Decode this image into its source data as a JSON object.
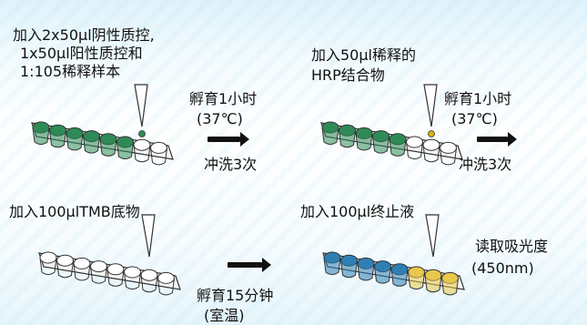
{
  "steps": {
    "step1": {
      "label_lines": [
        "加入2x50μl阴性质控,",
        "1x50μl阳性质控和",
        "1:105稀释样本"
      ],
      "incubate": [
        "孵育1小时",
        "(37℃)"
      ],
      "wash": "冲洗3次"
    },
    "step2": {
      "label_lines": [
        "加入50μl稀释的",
        "HRP结合物"
      ],
      "incubate": [
        "孵育1小时",
        "(37℃)"
      ],
      "wash": "冲洗3次"
    },
    "step3": {
      "label": "加入100μlTMB底物",
      "incubate": [
        "孵育15分钟",
        "(室温)"
      ]
    },
    "step4": {
      "label": "加入100μl终止液",
      "read": [
        "读取吸光度",
        "(450nm)"
      ]
    }
  },
  "colors": {
    "well_green": "#2e8b57",
    "well_blue": "#2f7fb5",
    "well_yellow": "#e8c84a",
    "well_empty": "#ffffff",
    "strip_outline": "#333333",
    "pipette_drop_green": "#2e8b57",
    "pipette_drop_yellow": "#d9b300"
  }
}
